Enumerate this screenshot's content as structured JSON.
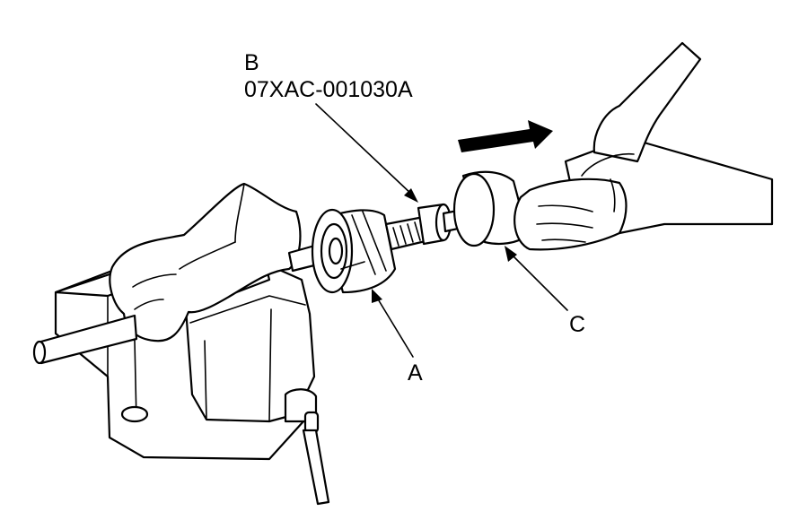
{
  "labels": {
    "a": "A",
    "b": "B",
    "b_part_number": "07XAC-001030A",
    "c": "C"
  }
}
